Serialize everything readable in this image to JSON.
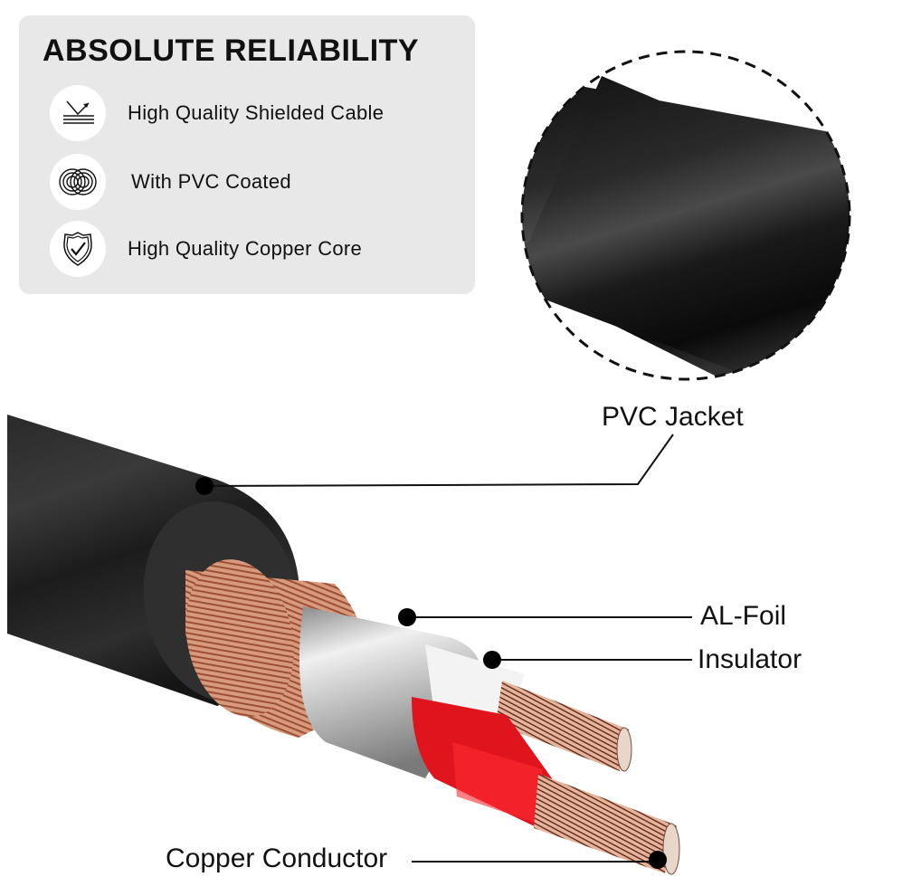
{
  "panel": {
    "title": "ABSOLUTE RELIABILITY",
    "background": "#e8e8e8",
    "features": [
      {
        "icon": "shield-layers-icon",
        "label": "High Quality Shielded Cable"
      },
      {
        "icon": "concentric-rings-icon",
        "label": "With PVC Coated"
      },
      {
        "icon": "shield-check-icon",
        "label": "High Quality Copper Core"
      }
    ]
  },
  "callouts": {
    "pvc_jacket": "PVC Jacket",
    "al_foil": "AL-Foil",
    "insulator": "Insulator",
    "copper_conductor": "Copper Conductor"
  },
  "colors": {
    "jacket": "#1a1a1a",
    "copper": "#c8876a",
    "foil": "#d9d9d9",
    "insulator_white": "#f2f2f2",
    "insulator_red": "#e0141c"
  }
}
